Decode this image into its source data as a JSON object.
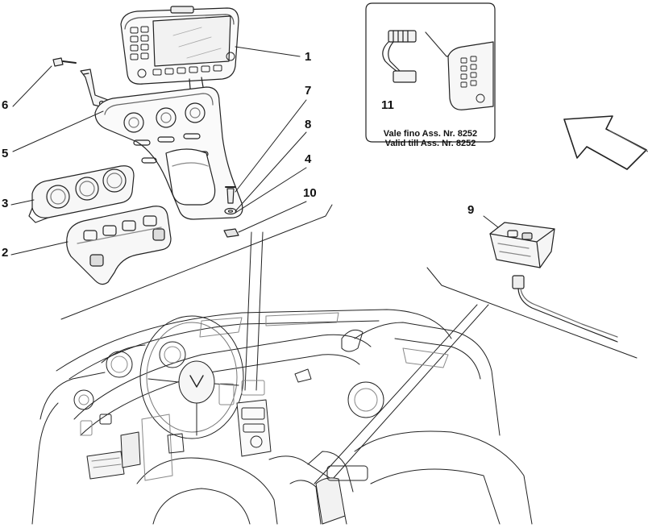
{
  "callouts": {
    "c1": "1",
    "c2": "2",
    "c3": "3",
    "c4": "4",
    "c5": "5",
    "c6": "6",
    "c7": "7",
    "c8": "8",
    "c9": "9",
    "c10": "10",
    "c11": "11"
  },
  "inset_note": {
    "line1": "Vale fino Ass. Nr. 8252",
    "line2": "Valid till Ass. Nr. 8252"
  }
}
